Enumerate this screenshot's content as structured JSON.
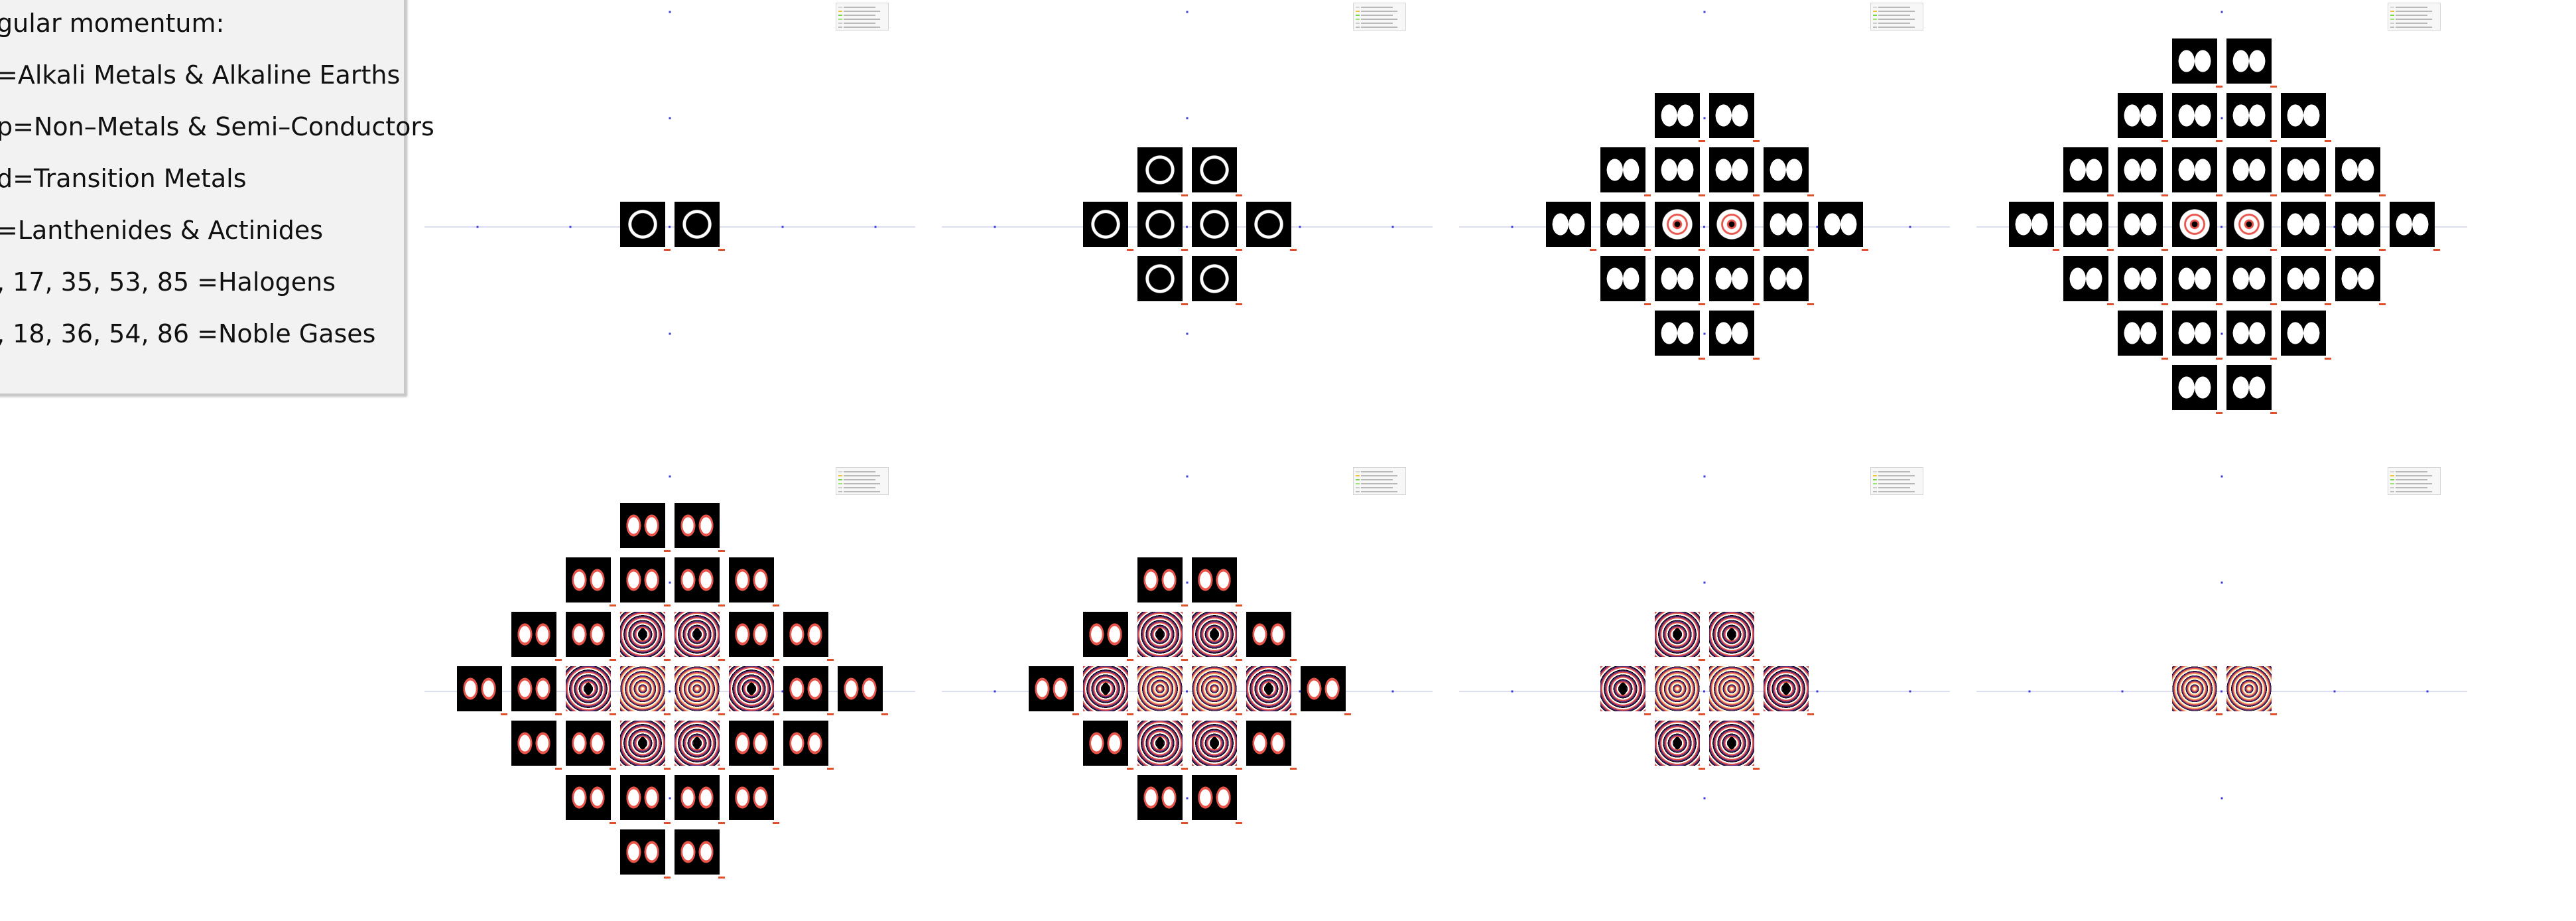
{
  "legend": {
    "lines": [
      "gular momentum:",
      "=Alkali Metals & Alkaline Earths",
      "p=Non–Metals & Semi–Conductors",
      "d=Transition Metals",
      "=Lanthenides & Actinides",
      ", 17, 35, 53, 85 =Halogens",
      ", 18, 36, 54, 86 =Noble Gases"
    ]
  },
  "colors": {
    "panel_bg": "#ffffff",
    "legend_bg": "#f2f2f2",
    "orbital_bg": "#000000",
    "orbital_ring_warm": "#e8534a",
    "orbital_ring_hot": "#f7c27a",
    "orbital_ring_purple": "#5a2a78",
    "axis": "#cfd4ea",
    "axis_tick": "#3b3bd6",
    "corner_mark": "#e0502a"
  },
  "panels": [
    {
      "id": "panel-1",
      "orbitals_per_row": [
        2
      ],
      "style": "outline",
      "title": "",
      "show_axis_label": true
    },
    {
      "id": "panel-2",
      "orbitals_per_row": [
        2,
        4,
        2
      ],
      "style": "outline",
      "title": "",
      "show_axis_label": true
    },
    {
      "id": "panel-3",
      "orbitals_per_row": [
        2,
        4,
        6,
        4,
        2
      ],
      "style": "lobed",
      "title": "",
      "show_axis_label": true
    },
    {
      "id": "panel-4",
      "orbitals_per_row": [
        2,
        4,
        6,
        8,
        6,
        4,
        2
      ],
      "style": "lobed",
      "title": "",
      "show_axis_label": true
    },
    {
      "id": "panel-5",
      "orbitals_per_row": [
        2,
        4,
        6,
        8,
        6,
        4,
        2
      ],
      "style": "ringed",
      "title": "",
      "show_axis_label": true
    },
    {
      "id": "panel-6",
      "orbitals_per_row": [
        2,
        4,
        6,
        4,
        2
      ],
      "style": "ringed",
      "title": "",
      "show_axis_label": true
    },
    {
      "id": "panel-7",
      "orbitals_per_row": [
        2,
        4,
        2
      ],
      "style": "ringed",
      "title": "",
      "show_axis_label": true
    },
    {
      "id": "panel-8",
      "orbitals_per_row": [
        2
      ],
      "style": "ringed",
      "title": "",
      "show_axis_label": true
    }
  ]
}
